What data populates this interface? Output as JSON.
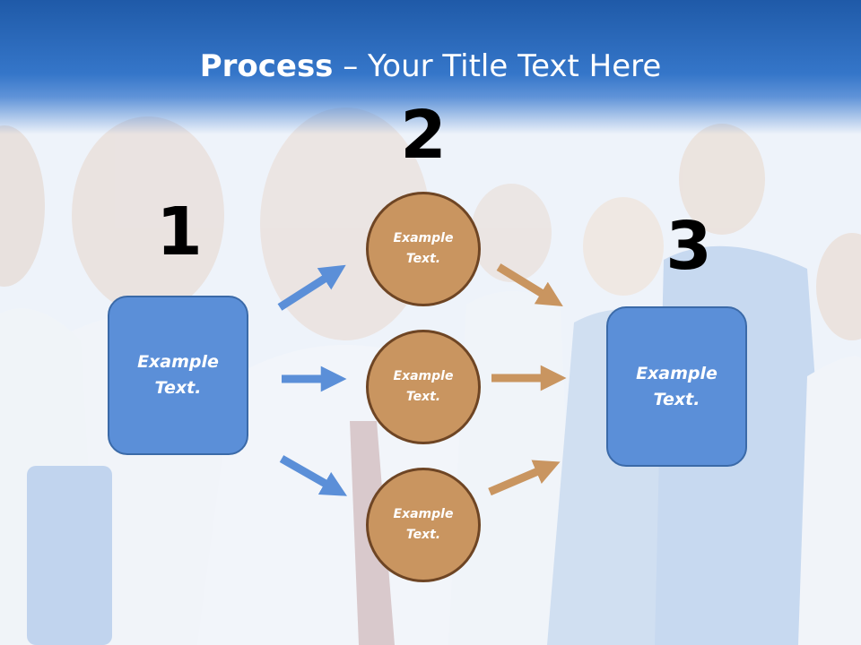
{
  "slide": {
    "title_bold": "Process",
    "title_rest": " – Your Title Text Here"
  },
  "steps": [
    {
      "number": "1",
      "text": "Example Text."
    },
    {
      "number": "2"
    },
    {
      "number": "3",
      "text": "Example Text."
    }
  ],
  "circles": [
    {
      "text": "Example Text."
    },
    {
      "text": "Example Text."
    },
    {
      "text": "Example Text."
    }
  ],
  "colors": {
    "header_blue": "#2a67b8",
    "box_blue": "#5b8fd8",
    "circle_fill": "#c99560",
    "circle_border": "#6e4524",
    "arrow_blue": "#5b8fd8",
    "arrow_orange": "#c99560"
  }
}
